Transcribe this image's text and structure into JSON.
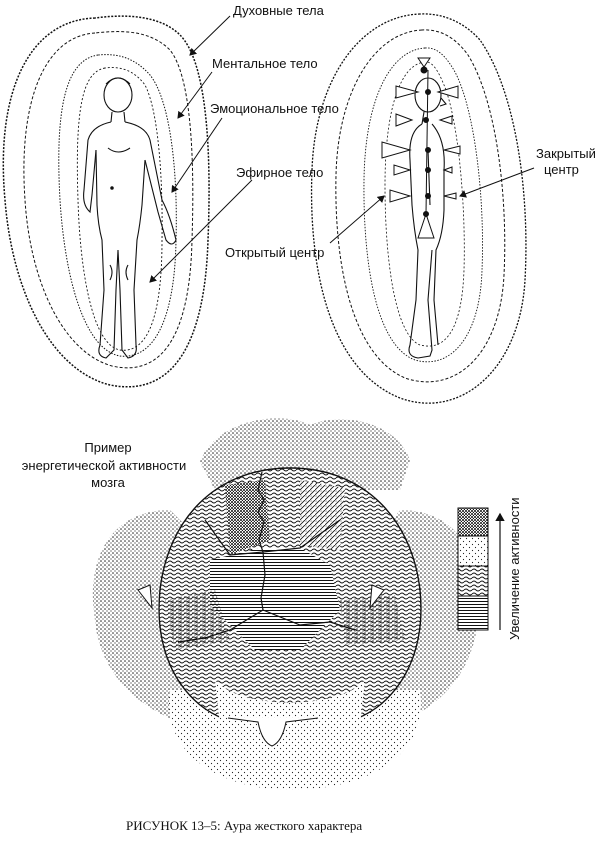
{
  "aura_diagram": {
    "labels": {
      "spiritual_bodies": "Духовные тела",
      "mental_body": "Ментальное тело",
      "emotional_body": "Эмоциональное тело",
      "etheric_body": "Эфирное тело",
      "open_center": "Открытый центр",
      "closed_center_line1": "Закрытый",
      "closed_center_line2": "центр"
    }
  },
  "brain_diagram": {
    "title_line1": "Пример",
    "title_line2": "энергетической активности",
    "title_line3": "мозга",
    "scale_label": "Увеличение активности"
  },
  "caption": "РИСУНОК 13–5: Аура жесткого характера"
}
